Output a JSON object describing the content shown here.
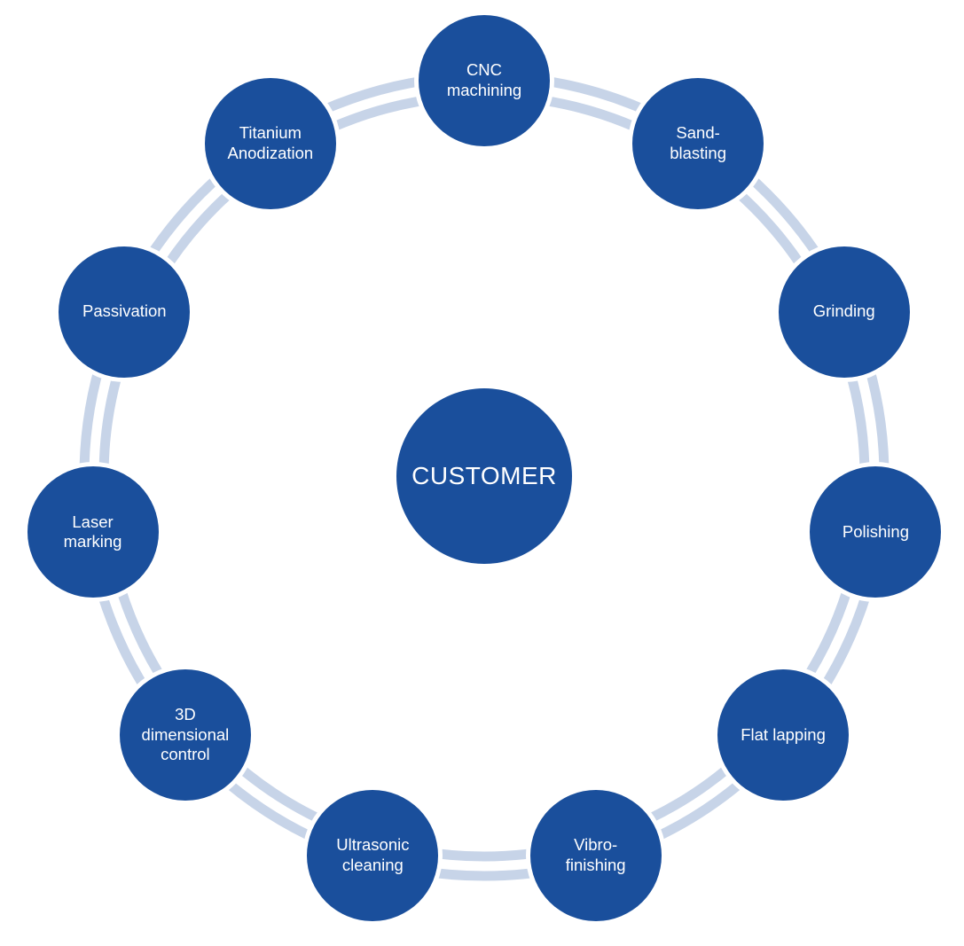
{
  "diagram": {
    "center_label": "CUSTOMER",
    "nodes": [
      {
        "label": "CNC\nmachining"
      },
      {
        "label": "Sand-\nblasting"
      },
      {
        "label": "Grinding"
      },
      {
        "label": "Polishing"
      },
      {
        "label": "Flat lapping"
      },
      {
        "label": "Vibro-\nfinishing"
      },
      {
        "label": "Ultrasonic\ncleaning"
      },
      {
        "label": "3D\ndimensional\ncontrol"
      },
      {
        "label": "Laser\nmarking"
      },
      {
        "label": "Passivation"
      },
      {
        "label": "Titanium\nAnodization"
      }
    ],
    "colors": {
      "node_fill": "#1a4f9c",
      "ring": "#c7d4e8",
      "label_text": "#ffffff"
    }
  }
}
